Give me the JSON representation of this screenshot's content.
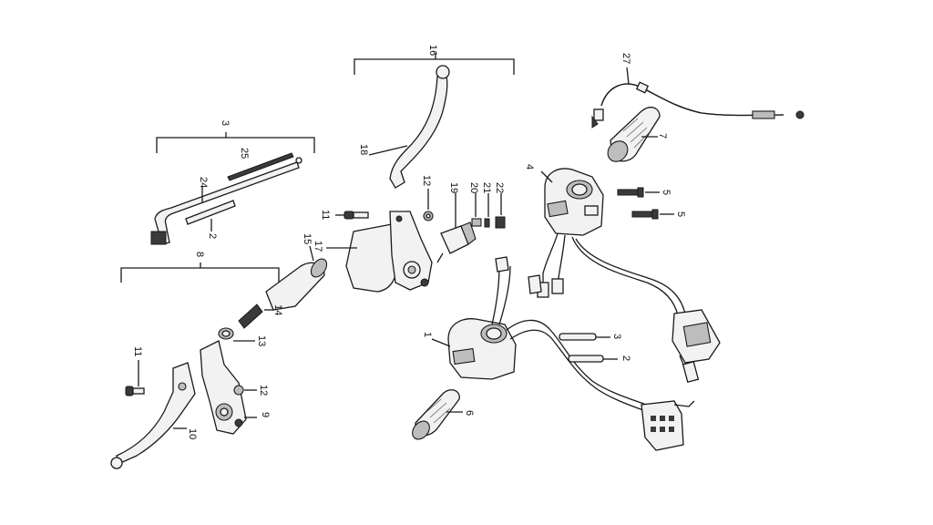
{
  "diagram": {
    "callouts": [
      {
        "id": "c16",
        "text": "16"
      },
      {
        "id": "c18",
        "text": "18"
      },
      {
        "id": "c12a",
        "text": "12"
      },
      {
        "id": "c11a",
        "text": "11"
      },
      {
        "id": "c17",
        "text": "17"
      },
      {
        "id": "c19",
        "text": "19"
      },
      {
        "id": "c20",
        "text": "20"
      },
      {
        "id": "c21",
        "text": "21"
      },
      {
        "id": "c22",
        "text": "22"
      },
      {
        "id": "c15",
        "text": "15"
      },
      {
        "id": "c14",
        "text": "14"
      },
      {
        "id": "c13",
        "text": "13"
      },
      {
        "id": "c12b",
        "text": "12"
      },
      {
        "id": "c11b",
        "text": "11"
      },
      {
        "id": "c10",
        "text": "10"
      },
      {
        "id": "c9",
        "text": "9"
      },
      {
        "id": "c8",
        "text": "8"
      },
      {
        "id": "c3",
        "text": "3"
      },
      {
        "id": "c25",
        "text": "25"
      },
      {
        "id": "c24",
        "text": "24"
      },
      {
        "id": "c2s",
        "text": "2"
      },
      {
        "id": "c27",
        "text": "27"
      },
      {
        "id": "c7",
        "text": "7"
      },
      {
        "id": "c4",
        "text": "4"
      },
      {
        "id": "c5a",
        "text": "5"
      },
      {
        "id": "c5b",
        "text": "5"
      },
      {
        "id": "c1",
        "text": "1"
      },
      {
        "id": "c3b",
        "text": "3"
      },
      {
        "id": "c2",
        "text": "2"
      },
      {
        "id": "c6",
        "text": "6"
      }
    ]
  }
}
